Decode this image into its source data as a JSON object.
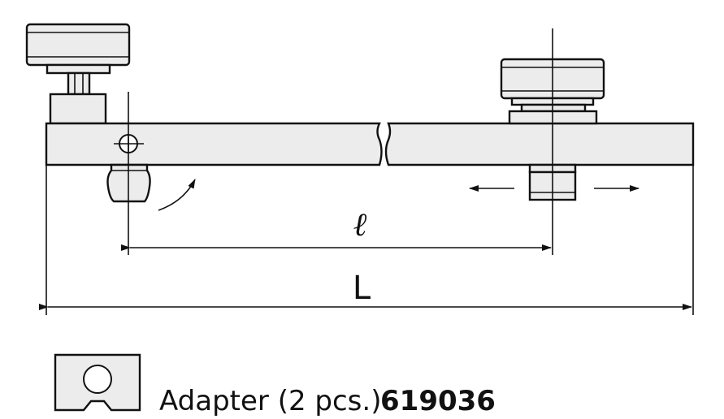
{
  "labels": {
    "inner_length_symbol": "ℓ",
    "overall_length_symbol": "L"
  },
  "accessory": {
    "description": "Adapter (2 pcs.)",
    "part_number": "619036"
  },
  "colors": {
    "line": "#111111",
    "part_fill": "#ececec",
    "background": "#ffffff"
  }
}
